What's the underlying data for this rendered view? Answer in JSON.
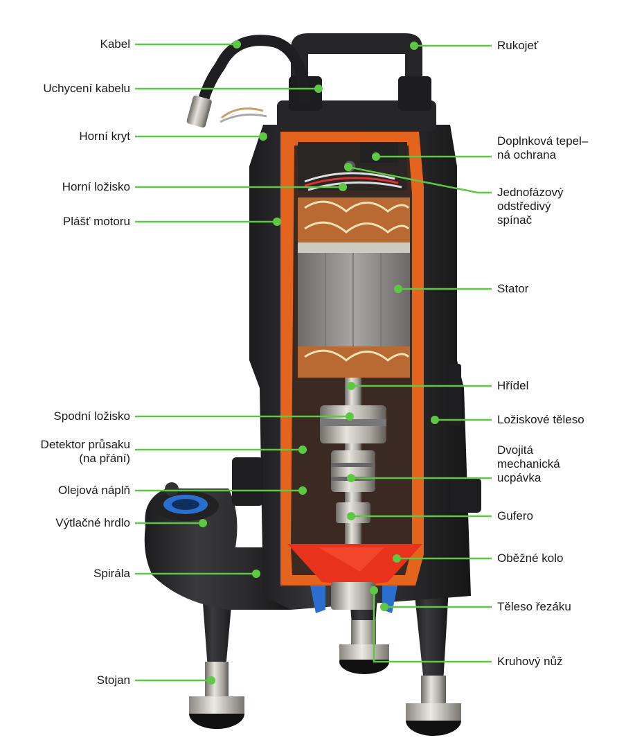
{
  "colors": {
    "leader": "#5cc843",
    "dot": "#5cc843",
    "housing": "#2b2b2d",
    "cutaway": "#e4641e",
    "impeller": "#e8321c",
    "stator": "#8e8d8a",
    "copper": "#b96a33",
    "steel": "#c9c7bf",
    "blue": "#2a6fd0"
  },
  "labels_left": [
    {
      "id": "kabel",
      "lines": [
        "Kabel"
      ]
    },
    {
      "id": "uchyceni-kabelu",
      "lines": [
        "Uchycení kabelu"
      ]
    },
    {
      "id": "horni-kryt",
      "lines": [
        "Horní kryt"
      ]
    },
    {
      "id": "horni-lozisko",
      "lines": [
        "Horní ložisko"
      ]
    },
    {
      "id": "plast-motoru",
      "lines": [
        "Plášť motoru"
      ]
    },
    {
      "id": "spodni-lozisko",
      "lines": [
        "Spodní ložisko"
      ]
    },
    {
      "id": "detektor-prusaku",
      "lines": [
        "Detektor průsaku",
        "(na přání)"
      ]
    },
    {
      "id": "olejova-napln",
      "lines": [
        "Olejová náplň"
      ]
    },
    {
      "id": "vytlacne-hrdlo",
      "lines": [
        "Výtlačné hrdlo"
      ]
    },
    {
      "id": "spirala",
      "lines": [
        "Spirála"
      ]
    },
    {
      "id": "stojan",
      "lines": [
        "Stojan"
      ]
    }
  ],
  "labels_right": [
    {
      "id": "rukojet",
      "lines": [
        "Rukojeť"
      ]
    },
    {
      "id": "doplnkova-ochrana",
      "lines": [
        "Doplnková tepel–",
        "ná ochrana"
      ]
    },
    {
      "id": "jednofazovy-spinac",
      "lines": [
        "Jednofázový",
        "odstředivý",
        "spínač"
      ]
    },
    {
      "id": "stator",
      "lines": [
        "Stator"
      ]
    },
    {
      "id": "hridel",
      "lines": [
        "Hřídel"
      ]
    },
    {
      "id": "loziskove-teleso",
      "lines": [
        "Ložiskové těleso"
      ]
    },
    {
      "id": "dvojita-ucpavka",
      "lines": [
        "Dvojitá",
        "mechanická",
        "ucpávka"
      ]
    },
    {
      "id": "gufero",
      "lines": [
        "Gufero"
      ]
    },
    {
      "id": "obezne-kolo",
      "lines": [
        "Oběžné kolo"
      ]
    },
    {
      "id": "teleso-rezaku",
      "lines": [
        "Těleso řezáku"
      ]
    },
    {
      "id": "kruhovy-nuz",
      "lines": [
        "Kruhový nůž"
      ]
    }
  ]
}
